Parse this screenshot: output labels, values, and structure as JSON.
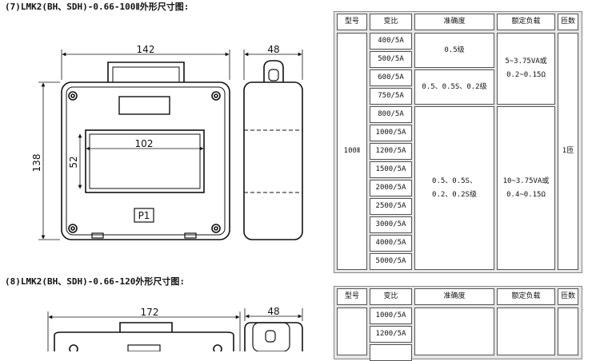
{
  "heading_7": "(7)LMK2(BH、SDH)-0.66-100Ⅱ外形尺寸图:",
  "heading_8": "(8)LMK2(BH、SDH)-0.66-120外形尺寸图:",
  "drawing_7": {
    "dim_width": "142",
    "dim_side": "48",
    "dim_height": "138",
    "dim_window_w": "102",
    "dim_window_h": "52",
    "terminal_label": "P1"
  },
  "drawing_8": {
    "dim_width": "172",
    "dim_side": "48"
  },
  "table_headers": [
    "型号",
    "变比",
    "准确度",
    "额定负载",
    "匝数"
  ],
  "table_7": {
    "model": "100Ⅱ",
    "ratios": [
      "400/5A",
      "500/5A",
      "600/5A",
      "750/5A",
      "800/5A",
      "1000/5A",
      "1200/5A",
      "1500/5A",
      "2000/5A",
      "2500/5A",
      "3000/5A",
      "4000/5A",
      "5000/5A"
    ],
    "accuracy_1": "0.5级",
    "accuracy_2": "0.5、0.5S、0.2级",
    "accuracy_3": "0.5、0.5S、\n0.2、0.2S级",
    "load_1": "5~3.75VA或\n0.2~0.15Ω",
    "load_2": "10~3.75VA或\n0.4~0.15Ω",
    "turns": "1匝"
  },
  "table_8": {
    "ratios": [
      "1000/5A",
      "1200/5A"
    ]
  }
}
